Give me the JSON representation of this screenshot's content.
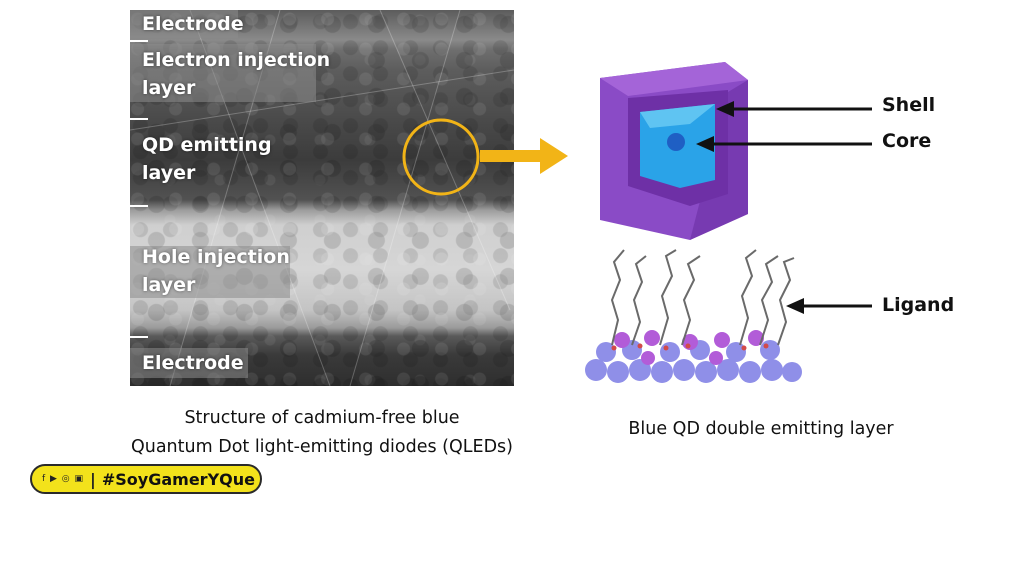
{
  "micrograph": {
    "labels": {
      "electrode_top": "Electrode",
      "electron_injection_1": "Electron injection",
      "electron_injection_2": "layer",
      "qd_emitting_1": "QD emitting",
      "qd_emitting_2": "layer",
      "hole_injection_1": "Hole injection",
      "hole_injection_2": "layer",
      "electrode_bottom": "Electrode"
    },
    "caption_line1": "Structure of cadmium-free blue",
    "caption_line2": "Quantum Dot light-emitting diodes (QLEDs)"
  },
  "qd_diagram": {
    "labels": {
      "shell": "Shell",
      "core": "Core",
      "ligand": "Ligand"
    },
    "caption": "Blue QD double emitting layer",
    "colors": {
      "shell": "#7b3fb8",
      "core": "#2aa3e8",
      "arrow": "#f2b417",
      "highlight": "#f2b417"
    }
  },
  "badge": {
    "icons": "f ▶ ◎ ▣",
    "hashtag": "#SoyGamerYQue"
  }
}
